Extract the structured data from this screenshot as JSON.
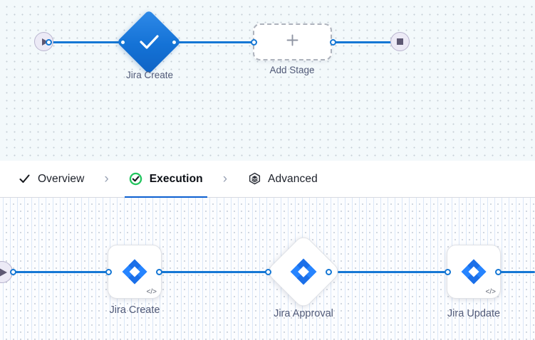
{
  "overview_canvas": {
    "name": "pipeline-overview-canvas",
    "start_node": {
      "icon": "play-icon",
      "title": "Start"
    },
    "end_node": {
      "icon": "stop-square-icon",
      "title": "End"
    },
    "stages": [
      {
        "label": "Jira Create",
        "icon": "check-icon",
        "shape": "diamond",
        "state": "success"
      }
    ],
    "add_stage": {
      "label": "Add Stage",
      "icon": "plus-icon"
    }
  },
  "tabs": {
    "items": [
      {
        "id": "overview",
        "label": "Overview",
        "icon": "check-icon",
        "active": false
      },
      {
        "id": "execution",
        "label": "Execution",
        "icon": "check-circle-icon",
        "active": true
      },
      {
        "id": "advanced",
        "label": "Advanced",
        "icon": "layers-hex-icon",
        "active": false
      }
    ],
    "separator": "›",
    "active_underline_color": "#0b5fd0",
    "active_check_color": "#22c55e"
  },
  "execution_canvas": {
    "name": "pipeline-execution-canvas",
    "start_node": {
      "icon": "play-icon",
      "title": "Start"
    },
    "steps": [
      {
        "label": "Jira Create",
        "icon": "jira-icon",
        "shape": "rounded-square",
        "badge": "</>"
      },
      {
        "label": "Jira Approval",
        "icon": "jira-icon",
        "shape": "diamond",
        "badge": ""
      },
      {
        "label": "Jira Update",
        "icon": "jira-icon",
        "shape": "rounded-square",
        "badge": "</>"
      }
    ]
  },
  "colors": {
    "edge": "#1577d4",
    "jira_blue": "#2684ff",
    "jira_blue_dark": "#0052cc",
    "node_label": "#515a78",
    "canvas_top_bg": "#f3f9fb",
    "canvas_bottom_bg": "#fcfdff"
  }
}
